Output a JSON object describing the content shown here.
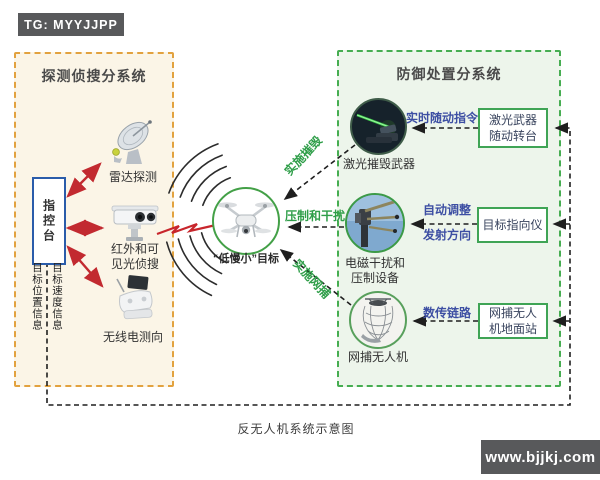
{
  "badges": {
    "tg": "TG: MYYJJPP",
    "site": "www.bjjkj.com"
  },
  "caption": "反无人机系统示意图",
  "detect": {
    "title": "探测侦搜分系统",
    "console": "指控台",
    "radar_label": "雷达探测",
    "camera_label_line1": "红外和可",
    "camera_label_line2": "见光侦搜",
    "radio_label": "无线电测向",
    "info_position": "目标位置信息",
    "info_speed": "目标速度信息"
  },
  "defense": {
    "title": "防御处置分系统",
    "laser_device": "激光摧毁武器",
    "laser_link": "实时随动指令",
    "laser_ctrl_line1": "激光武器",
    "laser_ctrl_line2": "随动转台",
    "jam_device_line1": "电磁干扰和",
    "jam_device_line2": "压制设备",
    "jam_link_line1": "自动调整",
    "jam_link_line2": "发射方向",
    "jam_ctrl": "目标指向仪",
    "net_device": "网捕无人机",
    "net_link": "数传链路",
    "net_ctrl_line1": "网捕无人",
    "net_ctrl_line2": "机地面站"
  },
  "target_label": "“低慢小”目标",
  "actions": {
    "destroy": "实施摧毁",
    "suppress": "压制和干扰",
    "capture": "实施网捕"
  },
  "icons": {
    "radar": "radar-dish-icon",
    "camera": "ptz-camera-icon",
    "radio": "rc-direction-finder-icon",
    "drone": "quadcopter-drone-icon",
    "laser": "laser-weapon-photo-icon",
    "jammer": "jamming-antenna-photo-icon",
    "net": "net-capture-drone-photo-icon",
    "wifi": "signal-arcs-icon",
    "lightning": "red-lightning-icon"
  },
  "colors": {
    "detect_border": "#E2A23F",
    "detect_bg": "#FBF5E7",
    "defense_border": "#46AD51",
    "defense_bg": "#EDF5EB",
    "console_border": "#2A5CAA",
    "red_arrow": "#C22A30",
    "blue_text": "#3D4FA3",
    "green_text": "#2F9E49",
    "badge_bg": "#58595B",
    "ctrl_box_border": "#3FA455"
  }
}
